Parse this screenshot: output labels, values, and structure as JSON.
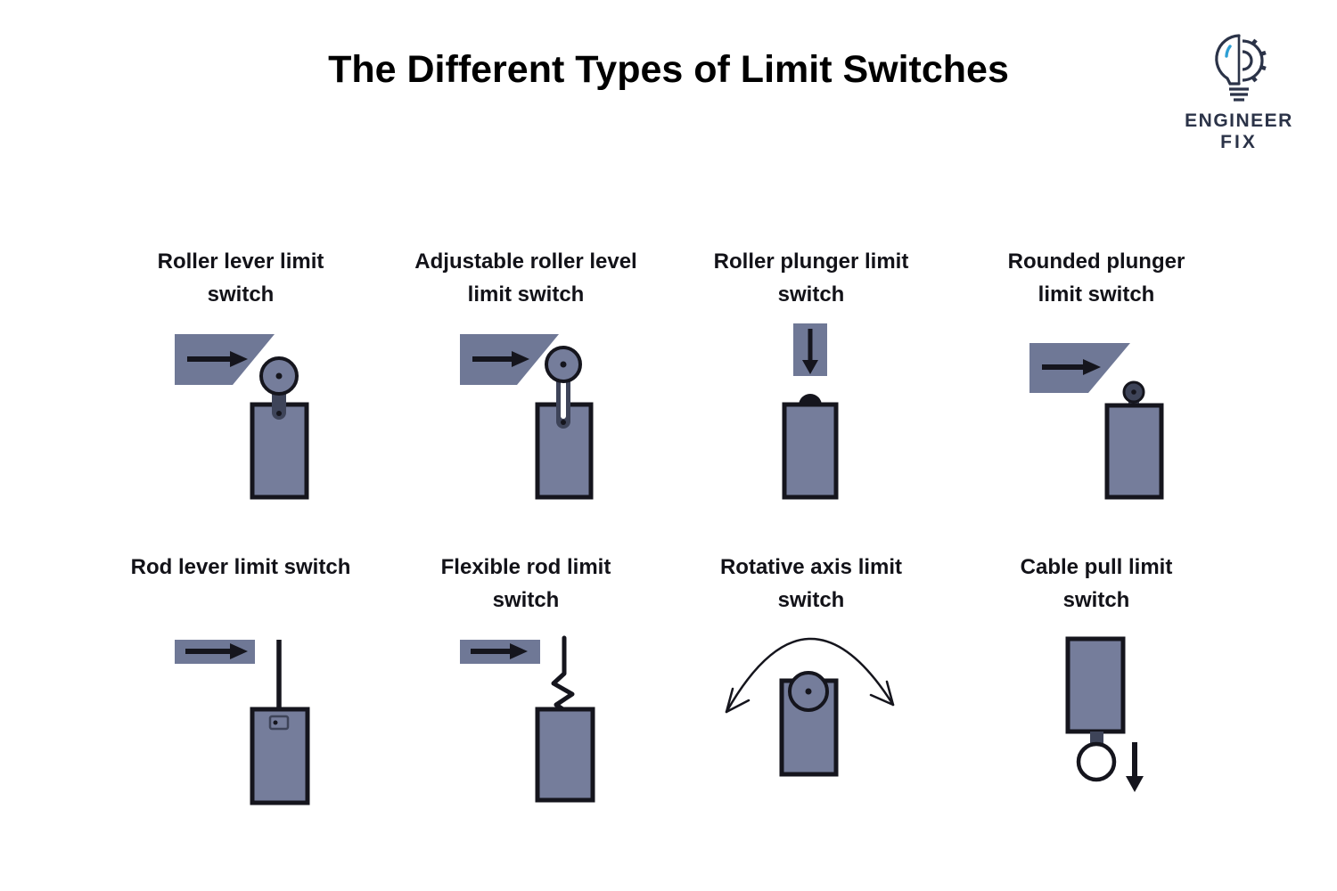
{
  "title": "The Different Types of Limit Switches",
  "logo": {
    "icon": "lightbulb-gear-icon",
    "line1": "ENGINEER",
    "line2": "FIX"
  },
  "colors": {
    "background": "#ffffff",
    "slate": "#757d9b",
    "slate_cam": "#6f7896",
    "slate_dark": "#3e4459",
    "outline": "#15151d",
    "ink": "#121218",
    "logo_navy": "#2b3348",
    "logo_blue": "#2e9fd4"
  },
  "icons": {
    "cam_arrow_right": "arrow-right-icon",
    "cam_arrow_down": "arrow-down-icon",
    "rotation": "rotation-arc-double-arrow-icon",
    "pull": "arrow-down-icon"
  },
  "panels": [
    {
      "id": "roller-lever",
      "label": "Roller lever limit switch",
      "illustration": "roller-lever-diagram"
    },
    {
      "id": "adjustable-roller",
      "label": "Adjustable roller level limit switch",
      "illustration": "adjustable-roller-diagram"
    },
    {
      "id": "roller-plunger",
      "label": "Roller plunger limit switch",
      "illustration": "roller-plunger-diagram"
    },
    {
      "id": "rounded-plunger",
      "label": "Rounded plunger limit switch",
      "illustration": "rounded-plunger-diagram"
    },
    {
      "id": "rod-lever",
      "label": "Rod lever limit switch",
      "illustration": "rod-lever-diagram"
    },
    {
      "id": "flexible-rod",
      "label": "Flexible rod limit switch",
      "illustration": "flexible-rod-diagram"
    },
    {
      "id": "rotative-axis",
      "label": "Rotative axis limit switch",
      "illustration": "rotative-axis-diagram"
    },
    {
      "id": "cable-pull",
      "label": "Cable pull limit switch",
      "illustration": "cable-pull-diagram"
    }
  ]
}
